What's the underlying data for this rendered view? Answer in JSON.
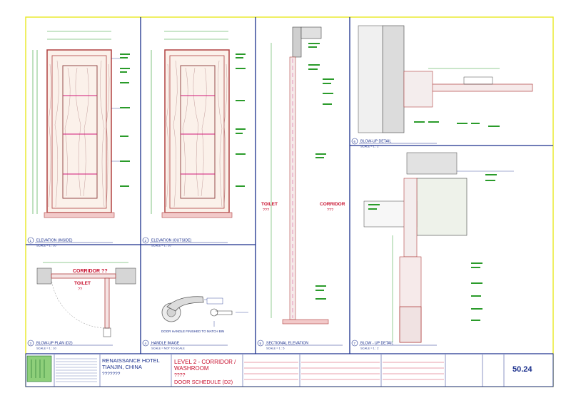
{
  "panels": [
    {
      "num": "1",
      "title": "ELEVATION (INSIDE)",
      "scale": "SCALE = 1 : 10"
    },
    {
      "num": "2",
      "title": "ELEVATION (OUTSIDE)",
      "scale": "SCALE = 1 : 10"
    },
    {
      "num": "3",
      "title": "BLOW-UP PLAN (D2)",
      "scale": "SCALE = 1 : 10"
    },
    {
      "num": "4",
      "title": "HANDLE IMAGE",
      "scale": "SCALE = NOT TO SCALE"
    },
    {
      "num": "5",
      "title": "SECTIONAL ELEVATION",
      "scale": "SCALE = 1 : 5"
    },
    {
      "num": "6",
      "title": "BLOW-UP DETAIL",
      "scale": "SCALE = 1 : 2"
    },
    {
      "num": "7",
      "title": "BLOW - UP DETAIL",
      "scale": "SCALE = 1 : 2"
    }
  ],
  "room_labels": {
    "toilet": "TOILET",
    "corridor": "CORRIDOR",
    "placeholder": "???"
  },
  "plan_labels": {
    "corridor": "CORRIDOR ??",
    "toilet": "TOILET",
    "placeholder": "??"
  },
  "handle_note": "DOOR HANDLE FINISHED TO MATCH BIN",
  "title_block": {
    "project_line1": "RENAISSANCE HOTEL",
    "project_line2": "TIANJIN, CHINA",
    "project_line3": "???????",
    "drawing_line1": "LEVEL 2 - CORRIDOR /",
    "drawing_line2": "WASHROOM",
    "drawing_line3": "????",
    "drawing_line4": "DOOR SCHEDULE (D2)",
    "drawing_no": "50.24"
  },
  "colors": {
    "frame": "#e8e822",
    "grid": "#1a2f8c",
    "accent": "#c8102e",
    "leaf": "#b04040",
    "mullion": "#d01878",
    "dim": "#2a9b2a",
    "ink": "#1a2f8c"
  }
}
